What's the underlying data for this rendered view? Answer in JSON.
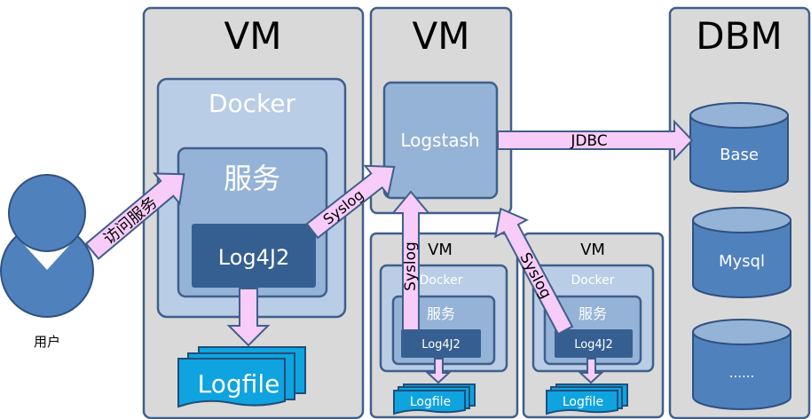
{
  "user": {
    "label": "用户",
    "action_arrow": "访问服务"
  },
  "vm_main": {
    "title": "VM",
    "docker": "Docker",
    "service": "服务",
    "logger": "Log4J2",
    "logfile": "Logfile",
    "syslog_arrow": "Syslog"
  },
  "vm_logstash": {
    "title": "VM",
    "logstash": "Logstash",
    "jdbc_arrow": "JDBC"
  },
  "vm_small_1": {
    "title": "VM",
    "docker": "Docker",
    "service": "服务",
    "logger": "Log4J2",
    "logfile": "Logfile",
    "syslog_arrow": "Syslog"
  },
  "vm_small_2": {
    "title": "VM",
    "docker": "Docker",
    "service": "服务",
    "logger": "Log4J2",
    "logfile": "Logfile",
    "syslog_arrow": "Syslog"
  },
  "dbm": {
    "title": "DBM",
    "databases": [
      "Base",
      "Mysql",
      "......"
    ]
  },
  "colors": {
    "vm_bg": "#d9d9d9",
    "border": "#3f5f8c",
    "arrow": "#f8ccf8",
    "logfile": "#0fa3e0",
    "db": "#4f81bd"
  }
}
